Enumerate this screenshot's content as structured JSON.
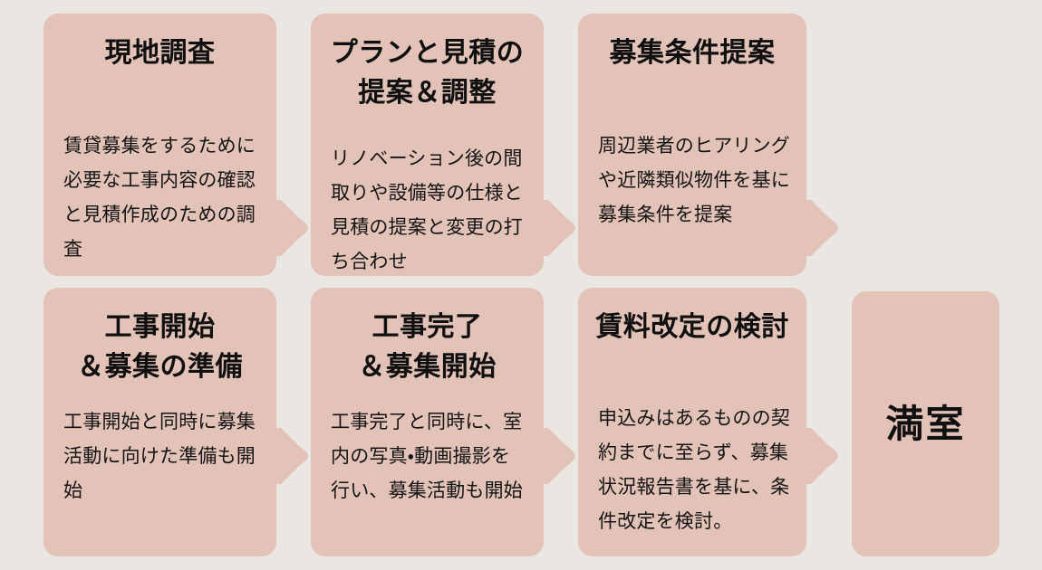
{
  "theme": {
    "background_color": "#eae7e2",
    "card_color": "#e3c3b8",
    "text_color": "#101010"
  },
  "flow": {
    "rows": [
      {
        "steps": [
          {
            "title": "現地調査",
            "body": "賃貸募集をするために必要な工事内容の確認と見積作成のための調査"
          },
          {
            "title": "プランと見積の\n提案＆調整",
            "body": "リノベーション後の間取りや設備等の仕様と見積の提案と変更の打ち合わせ"
          },
          {
            "title": "募集条件提案",
            "body": "周辺業者のヒアリングや近隣類似物件を基に募集条件を提案"
          }
        ]
      },
      {
        "steps": [
          {
            "title": "工事開始\n＆募集の準備",
            "body": "工事開始と同時に募集活動に向けた準備も開始"
          },
          {
            "title": "工事完了\n＆募集開始",
            "body": "工事完了と同時に、室内の写真・動画撮影を行い、募集活動も開始"
          },
          {
            "title": "賃料改定の検討",
            "body": "申込みはあるものの契約までに至らず、募集状況報告書を基に、条件改定を検討。"
          }
        ]
      }
    ],
    "goal": {
      "label": "満室"
    },
    "connectors": [
      {
        "name": "arrow-step1-to-step2"
      },
      {
        "name": "arrow-step2-to-step3"
      },
      {
        "name": "arrow-step3-to-step4"
      },
      {
        "name": "arrow-step4-to-step5"
      },
      {
        "name": "arrow-step5-to-step6"
      },
      {
        "name": "arrow-step6-to-goal"
      }
    ]
  }
}
